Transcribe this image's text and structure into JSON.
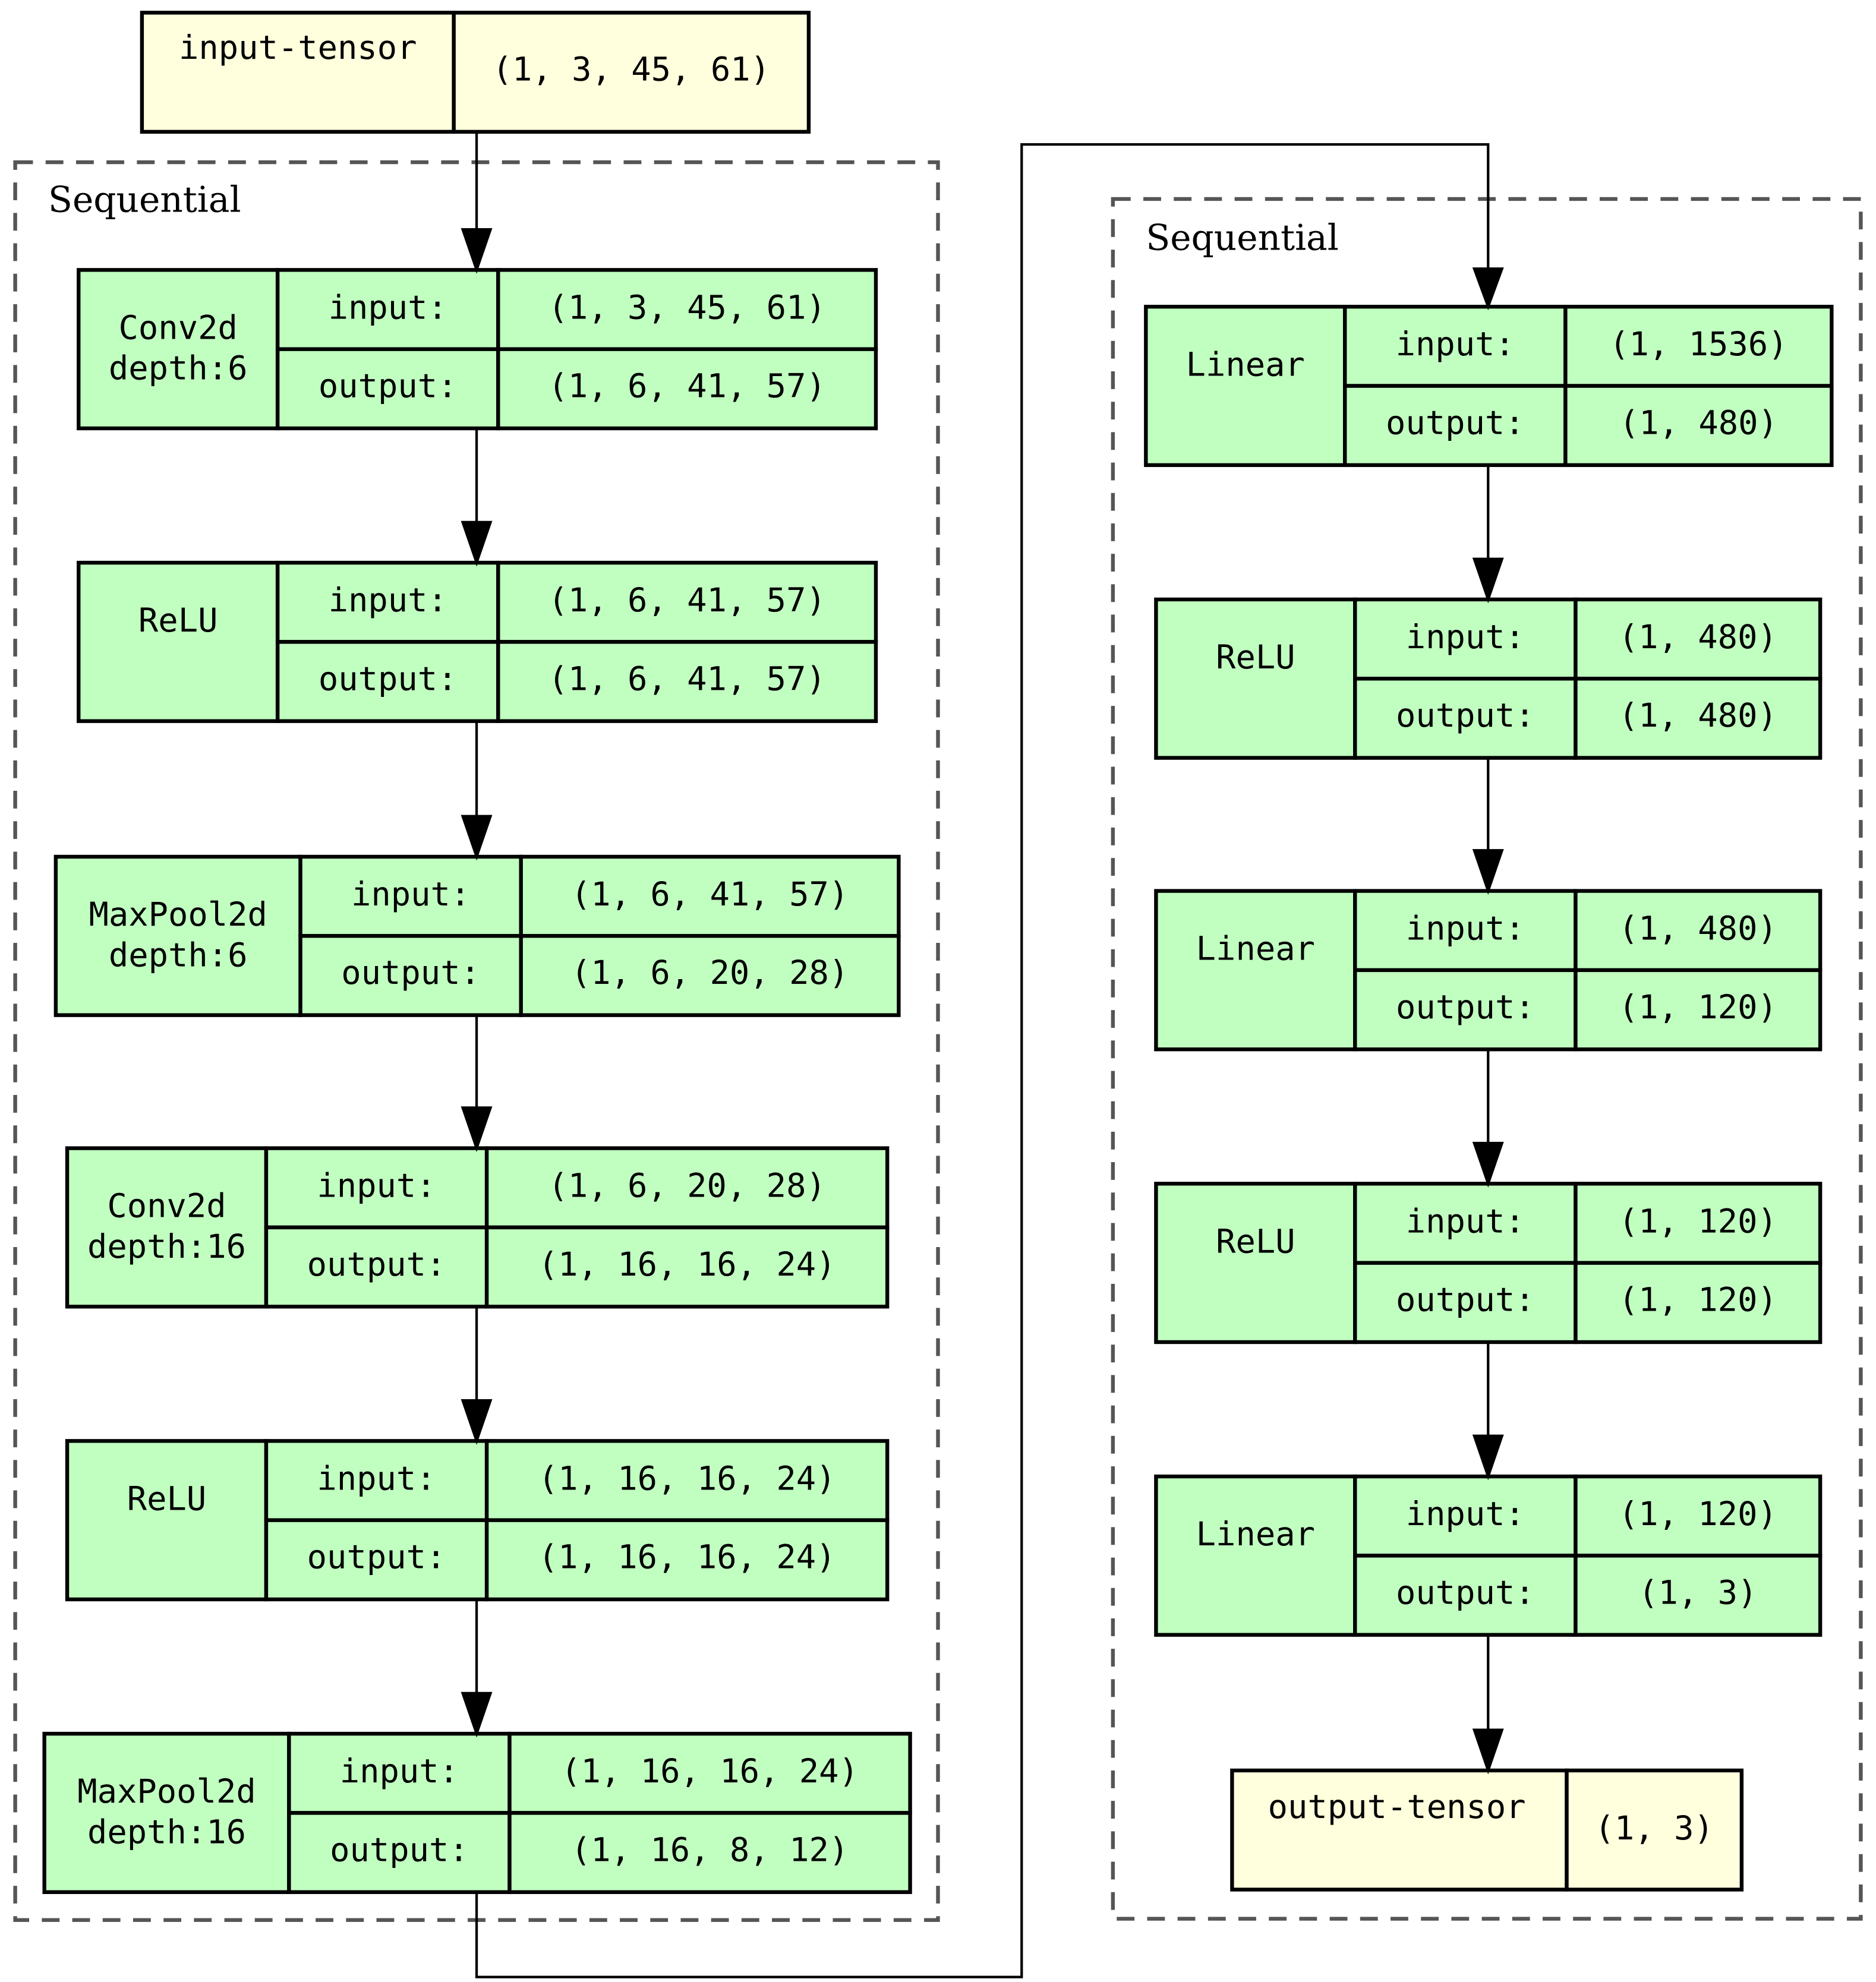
{
  "colors": {
    "tensor_fill": "#ffffdd",
    "layer_fill": "#c1ffc1",
    "stroke": "#000000",
    "cluster_stroke": "#555555"
  },
  "input_tensor": {
    "label": "input-tensor",
    "shape": "(1, 3, 45, 61)"
  },
  "output_tensor": {
    "label": "output-tensor",
    "shape": "(1, 3)"
  },
  "clusters": [
    {
      "label": "Sequential",
      "layers": [
        {
          "name": [
            "Conv2d",
            "depth:6"
          ],
          "input_label": "input:",
          "input": "(1, 3, 45, 61)",
          "output_label": "output:",
          "output": "(1, 6, 41, 57)"
        },
        {
          "name": [
            "ReLU"
          ],
          "input_label": "input:",
          "input": "(1, 6, 41, 57)",
          "output_label": "output:",
          "output": "(1, 6, 41, 57)"
        },
        {
          "name": [
            "MaxPool2d",
            "depth:6"
          ],
          "input_label": "input:",
          "input": "(1, 6, 41, 57)",
          "output_label": "output:",
          "output": "(1, 6, 20, 28)"
        },
        {
          "name": [
            "Conv2d",
            "depth:16"
          ],
          "input_label": "input:",
          "input": "(1, 6, 20, 28)",
          "output_label": "output:",
          "output": "(1, 16, 16, 24)"
        },
        {
          "name": [
            "ReLU"
          ],
          "input_label": "input:",
          "input": "(1, 16, 16, 24)",
          "output_label": "output:",
          "output": "(1, 16, 16, 24)"
        },
        {
          "name": [
            "MaxPool2d",
            "depth:16"
          ],
          "input_label": "input:",
          "input": "(1, 16, 16, 24)",
          "output_label": "output:",
          "output": "(1, 16, 8, 12)"
        }
      ]
    },
    {
      "label": "Sequential",
      "layers": [
        {
          "name": [
            "Linear"
          ],
          "input_label": "input:",
          "input": "(1, 1536)",
          "output_label": "output:",
          "output": "(1, 480)"
        },
        {
          "name": [
            "ReLU"
          ],
          "input_label": "input:",
          "input": "(1, 480)",
          "output_label": "output:",
          "output": "(1, 480)"
        },
        {
          "name": [
            "Linear"
          ],
          "input_label": "input:",
          "input": "(1, 480)",
          "output_label": "output:",
          "output": "(1, 120)"
        },
        {
          "name": [
            "ReLU"
          ],
          "input_label": "input:",
          "input": "(1, 120)",
          "output_label": "output:",
          "output": "(1, 120)"
        },
        {
          "name": [
            "Linear"
          ],
          "input_label": "input:",
          "input": "(1, 120)",
          "output_label": "output:",
          "output": "(1, 3)"
        }
      ]
    }
  ]
}
